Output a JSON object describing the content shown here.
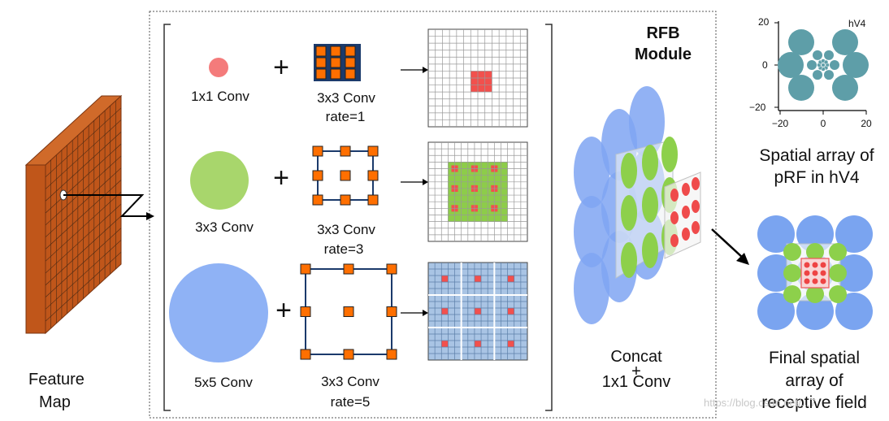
{
  "feature_map": {
    "line1": "Feature",
    "line2": "Map"
  },
  "branches": [
    {
      "kernel_label": "1x1 Conv",
      "conv_label": "3x3 Conv",
      "rate_label": "rate=1",
      "color": "#f47b7b"
    },
    {
      "kernel_label": "3x3 Conv",
      "conv_label": "3x3 Conv",
      "rate_label": "rate=3",
      "color": "#a8d66c"
    },
    {
      "kernel_label": "5x5 Conv",
      "conv_label": "3x3 Conv",
      "rate_label": "rate=5",
      "color": "#8fb2f5"
    }
  ],
  "plus_sign": "+",
  "module_title": {
    "line1": "RFB",
    "line2": "Module"
  },
  "concat": {
    "line1": "Concat",
    "plus": "+",
    "line2": "1x1 Conv"
  },
  "hv4_plot": {
    "label": "hV4",
    "y_ticks": [
      "20",
      "0",
      "−20"
    ],
    "x_ticks": [
      "−20",
      "0",
      "20"
    ],
    "caption_line1": "Spatial array of",
    "caption_line2": "pRF in hV4",
    "color": "#5e9ea8"
  },
  "final_array": {
    "line1": "Final spatial",
    "line2": "array of",
    "line3": "receptive field"
  },
  "colors": {
    "wall": "#c0561a",
    "orange_kernel": "#ff6f00",
    "red": "#f2504d",
    "green": "#8dcc4a",
    "blue_grid": "#a9c4e4"
  },
  "watermark": "https://blog.csdn.net/...7"
}
